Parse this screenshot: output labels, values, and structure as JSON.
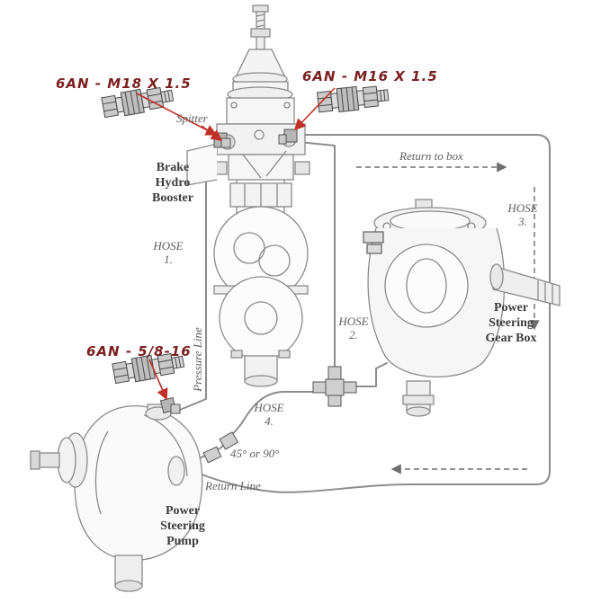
{
  "callouts": {
    "m18": "6AN - M18 X 1.5",
    "m16": "6AN - M16 X 1.5",
    "pump_fitting": "6AN - 5/8-16"
  },
  "components": {
    "booster": "Brake\nHydro\nBooster",
    "gear_box": "Power\nSteering\nGear Box",
    "pump": "Power\nSteering\nPump"
  },
  "hoses": {
    "h1": "HOSE\n1.",
    "h2": "HOSE\n2.",
    "h3": "HOSE\n3.",
    "h4": "HOSE\n4."
  },
  "labels": {
    "spitter": "Spitter",
    "return_to_box": "Return to box",
    "pressure_line": "Pressure Line",
    "return_line": "Return Line",
    "angle_note": "45° or 90°"
  },
  "colors": {
    "callout_text": "#7b2020",
    "arrow_red": "#c23127",
    "hose_gray": "#8d8d8d",
    "dash_gray": "#6e6e6e",
    "label_gray": "#5f5f5f"
  }
}
